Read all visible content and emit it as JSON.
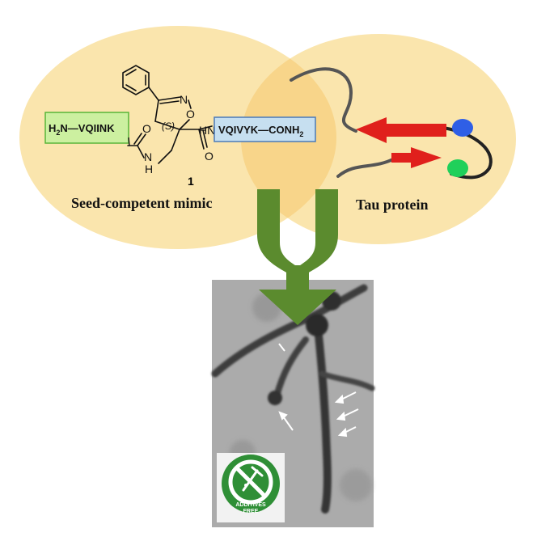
{
  "left_label": "Seed-competent mimic",
  "right_label": "Tau protein",
  "compound_number": "1",
  "structure": {
    "n_terminus": "H",
    "n_sub": "2",
    "n_dash": "N—VQIINK",
    "c_peptide": "VQIVYK—CONH",
    "c_sub": "2",
    "stereo": "(S)",
    "ring_n": "N",
    "ring_o": "O",
    "amide_hn": "HN",
    "amide_nh": "N",
    "amide_h": "H",
    "carbonyl_o1": "O",
    "carbonyl_o2": "O"
  },
  "badge": {
    "line1": "ADDITIVES",
    "line2": "FREE"
  },
  "colors": {
    "circle_fill": "#fae5ad",
    "overlap_fill": "#f8d58a",
    "arrow_green": "#5b8b2e",
    "strand_red": "#e0201c",
    "blue_blob": "#2f5fe6",
    "green_blob": "#20d05a",
    "badge_green": "#2f8f36",
    "n_box_fill": "#ccf0a0",
    "n_box_stroke": "#57b538",
    "c_box_fill": "#c6dff0",
    "c_box_stroke": "#4a7ab8"
  }
}
